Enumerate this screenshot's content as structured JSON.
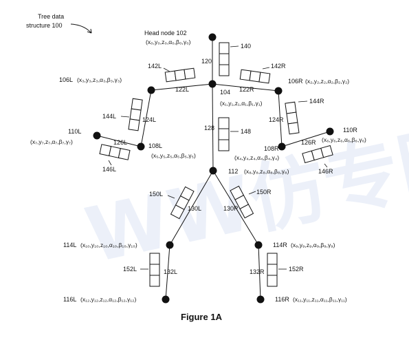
{
  "caption_label": "Tree data structure 100",
  "caption_line1": "Tree data",
  "caption_line2": "structure 100",
  "figure_title": "Figure 1A",
  "watermark": "WW仿专网",
  "nodes": [
    {
      "id": "102",
      "label": "Head node 102",
      "coords": "(x₀,y₀,z₀,α₀,β₀,γ₀)"
    },
    {
      "id": "104",
      "label": "104",
      "coords": "(x₁,y₁,z₁,α₁,β₁,γ₁)"
    },
    {
      "id": "106R",
      "label": "106R",
      "coords": "(x₂,y₂,z₂,α₂,β₂,γ₂)"
    },
    {
      "id": "106L",
      "label": "106L",
      "coords": "(x₃,y₃,z₃,α₃,β₃,γ₃)"
    },
    {
      "id": "108R",
      "label": "108R",
      "coords": "(x₄,y₄,z₄,α₄,β₄,γ₄)"
    },
    {
      "id": "108L",
      "label": "108L",
      "coords": "(x₅,y₅,z₅,α₅,β₅,γ₅)"
    },
    {
      "id": "110R",
      "label": "110R",
      "coords": "(x₆,y₆,z₆,α₆,β₆,γ₆)"
    },
    {
      "id": "110L",
      "label": "110L",
      "coords": "(x₇,y₇,z₇,α₇,β₇,γ₇)"
    },
    {
      "id": "112",
      "label": "112",
      "coords": "(x₈,y₈,z₈,α₈,β₈,γ₈)"
    },
    {
      "id": "114R",
      "label": "114R",
      "coords": "(x₉,y₉,z₉,α₉,β₉,γ₉)"
    },
    {
      "id": "114L",
      "label": "114L",
      "coords": "(x₁₀,y₁₀,z₁₀,α₁₀,β₁₀,γ₁₀)"
    },
    {
      "id": "116R",
      "label": "116R",
      "coords": "(x₁₁,y₁₁,z₁₁,α₁₁,β₁₁,γ₁₁)"
    },
    {
      "id": "116L",
      "label": "116L",
      "coords": "(x₁₂,y₁₂,z₁₂,α₁₂,β₁₂,γ₁₂)"
    }
  ],
  "edge_labels": [
    "120",
    "122L",
    "122R",
    "124L",
    "124R",
    "126L",
    "126R",
    "128",
    "130L",
    "130R",
    "132L",
    "132R"
  ],
  "block_labels": [
    "140",
    "142L",
    "142R",
    "144L",
    "144R",
    "146L",
    "146R",
    "148",
    "150L",
    "150R",
    "152L",
    "152R"
  ]
}
